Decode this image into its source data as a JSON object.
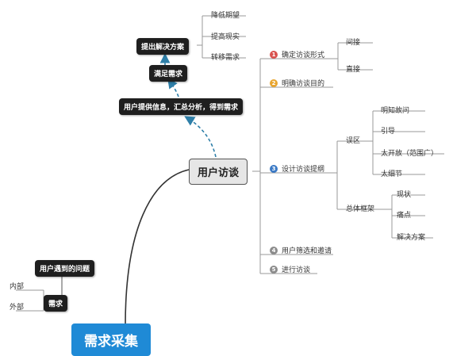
{
  "root": {
    "label": "需求采集"
  },
  "center": {
    "label": "用户访谈"
  },
  "needs": {
    "label": "需求",
    "problem": "用户遇到的问题",
    "internal": "内部",
    "external": "外部"
  },
  "upper_chain": {
    "info": "用户提供信息，汇总分析，得到需求",
    "satisfy": "满足需求",
    "solution": "提出解决方案",
    "leaves": [
      "降低期望",
      "提高现实",
      "转移需求"
    ]
  },
  "branches": [
    {
      "num": "1",
      "color": "#d9534f",
      "label": "确定访谈形式"
    },
    {
      "num": "2",
      "color": "#e8a530",
      "label": "明确访谈目的"
    },
    {
      "num": "3",
      "color": "#3a79c5",
      "label": "设计访谈提纲"
    },
    {
      "num": "4",
      "color": "#8c8c8c",
      "label": "用户筛选和邀请"
    },
    {
      "num": "5",
      "color": "#8c8c8c",
      "label": "进行访谈"
    }
  ],
  "form_children": [
    "间接",
    "直接"
  ],
  "outline": {
    "misconception": "误区",
    "misconception_items": [
      "明知故问",
      "引导",
      "太开放（范围广）",
      "太细节"
    ],
    "framework": "总体框架",
    "framework_items": [
      "现状",
      "痛点",
      "解决方案"
    ]
  },
  "colors": {
    "root_bg": "#1f8ad6",
    "dark_node": "#1f1f1f",
    "dash_arrow": "#2f7fa8",
    "line": "#999999"
  }
}
